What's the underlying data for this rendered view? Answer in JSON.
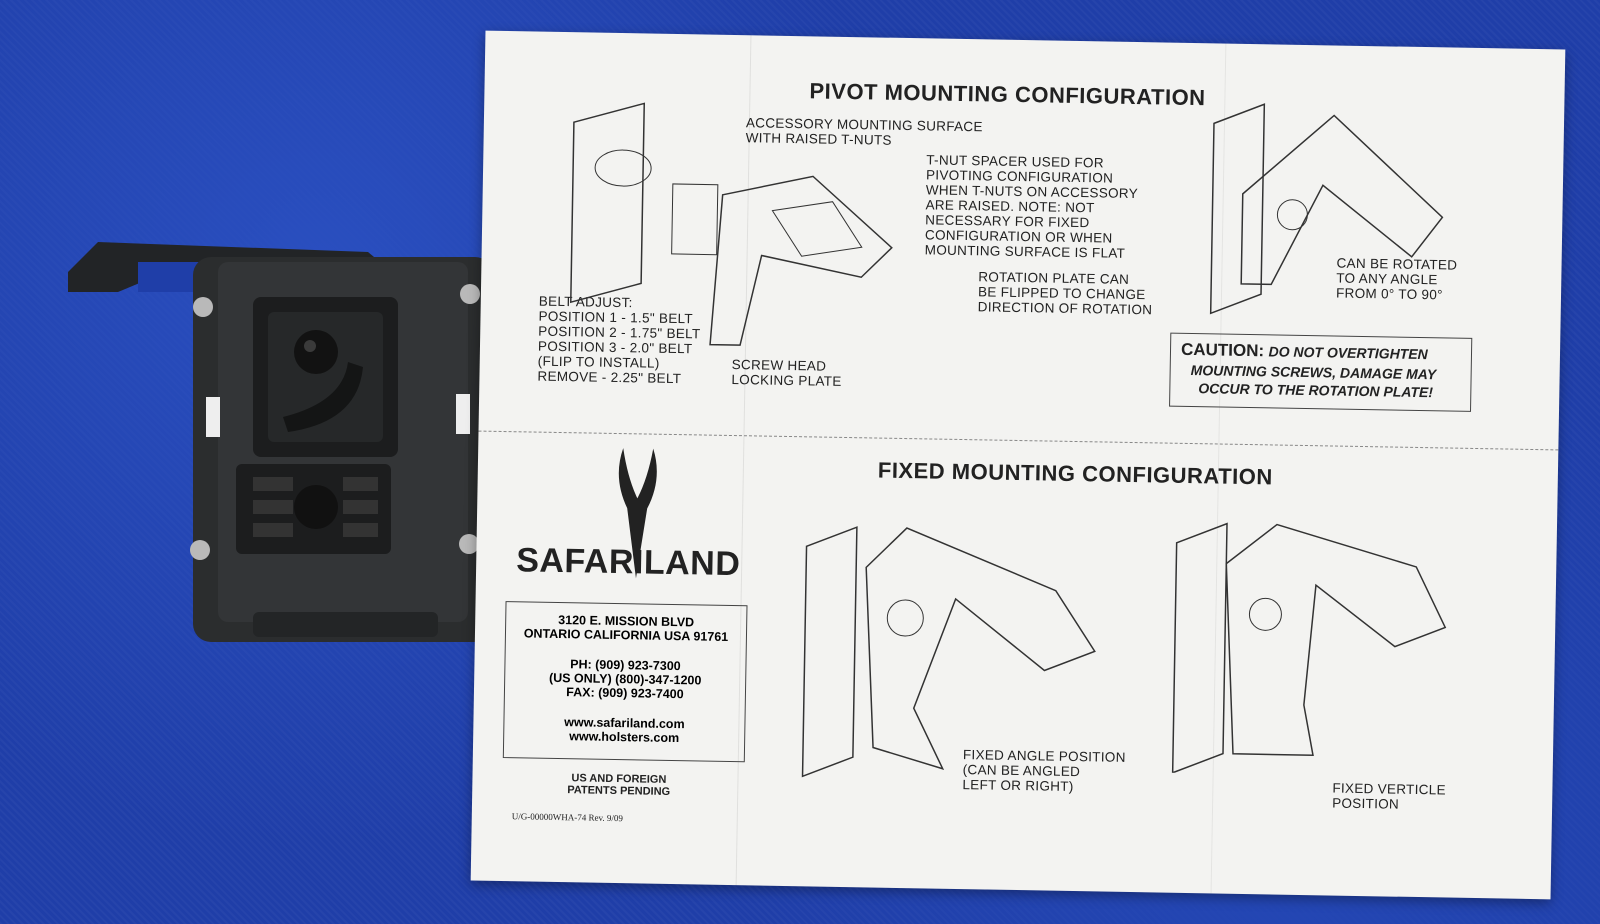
{
  "sheet": {
    "pivot_title": "PIVOT MOUNTING CONFIGURATION",
    "fixed_title": "FIXED MOUNTING CONFIGURATION",
    "accessory_surface": [
      "ACCESSORY MOUNTING SURFACE",
      "WITH RAISED T-NUTS"
    ],
    "tnut_spacer": [
      "T-NUT SPACER USED FOR",
      "PIVOTING CONFIGURATION",
      "WHEN T-NUTS ON ACCESSORY",
      "ARE RAISED.  NOTE: NOT",
      "NECESSARY FOR FIXED",
      "CONFIGURATION OR WHEN",
      "MOUNTING SURFACE IS FLAT"
    ],
    "belt_adjust": [
      "BELT ADJUST:",
      "POSITION 1 - 1.5\" BELT",
      "POSITION 2 - 1.75\" BELT",
      "POSITION 3 - 2.0\" BELT",
      "(FLIP TO INSTALL)",
      "REMOVE - 2.25\" BELT"
    ],
    "screw_head": [
      "SCREW HEAD",
      "LOCKING PLATE"
    ],
    "rotation_plate": [
      "ROTATION PLATE CAN",
      "BE FLIPPED TO CHANGE",
      "DIRECTION OF ROTATION"
    ],
    "rotated": [
      "CAN BE ROTATED",
      "TO ANY ANGLE",
      "FROM 0° TO 90°"
    ],
    "caution_head": "CAUTION:",
    "caution_body": [
      "DO NOT OVERTIGHTEN",
      "MOUNTING SCREWS, DAMAGE MAY",
      "OCCUR TO THE ROTATION PLATE!"
    ],
    "brand": "SAFARILAND",
    "address": [
      "3120 E. MISSION BLVD",
      "ONTARIO CALIFORNIA USA 91761"
    ],
    "phones": [
      "PH: (909) 923-7300",
      "(US ONLY) (800)-347-1200",
      "FAX: (909) 923-7400"
    ],
    "web": [
      "www.safariland.com",
      "www.holsters.com"
    ],
    "patents": [
      "US AND FOREIGN",
      "PATENTS PENDING"
    ],
    "part_code": "U/G-00000WHA-74  Rev. 9/09",
    "fixed_angle": [
      "FIXED ANGLE POSITION",
      "(CAN BE ANGLED",
      "LEFT OR RIGHT)"
    ],
    "fixed_vertical": [
      "FIXED VERTICLE",
      "POSITION"
    ]
  },
  "colors": {
    "background": "#1f3ea8",
    "paper": "#f3f3f1",
    "device": "#2b2d2e"
  }
}
